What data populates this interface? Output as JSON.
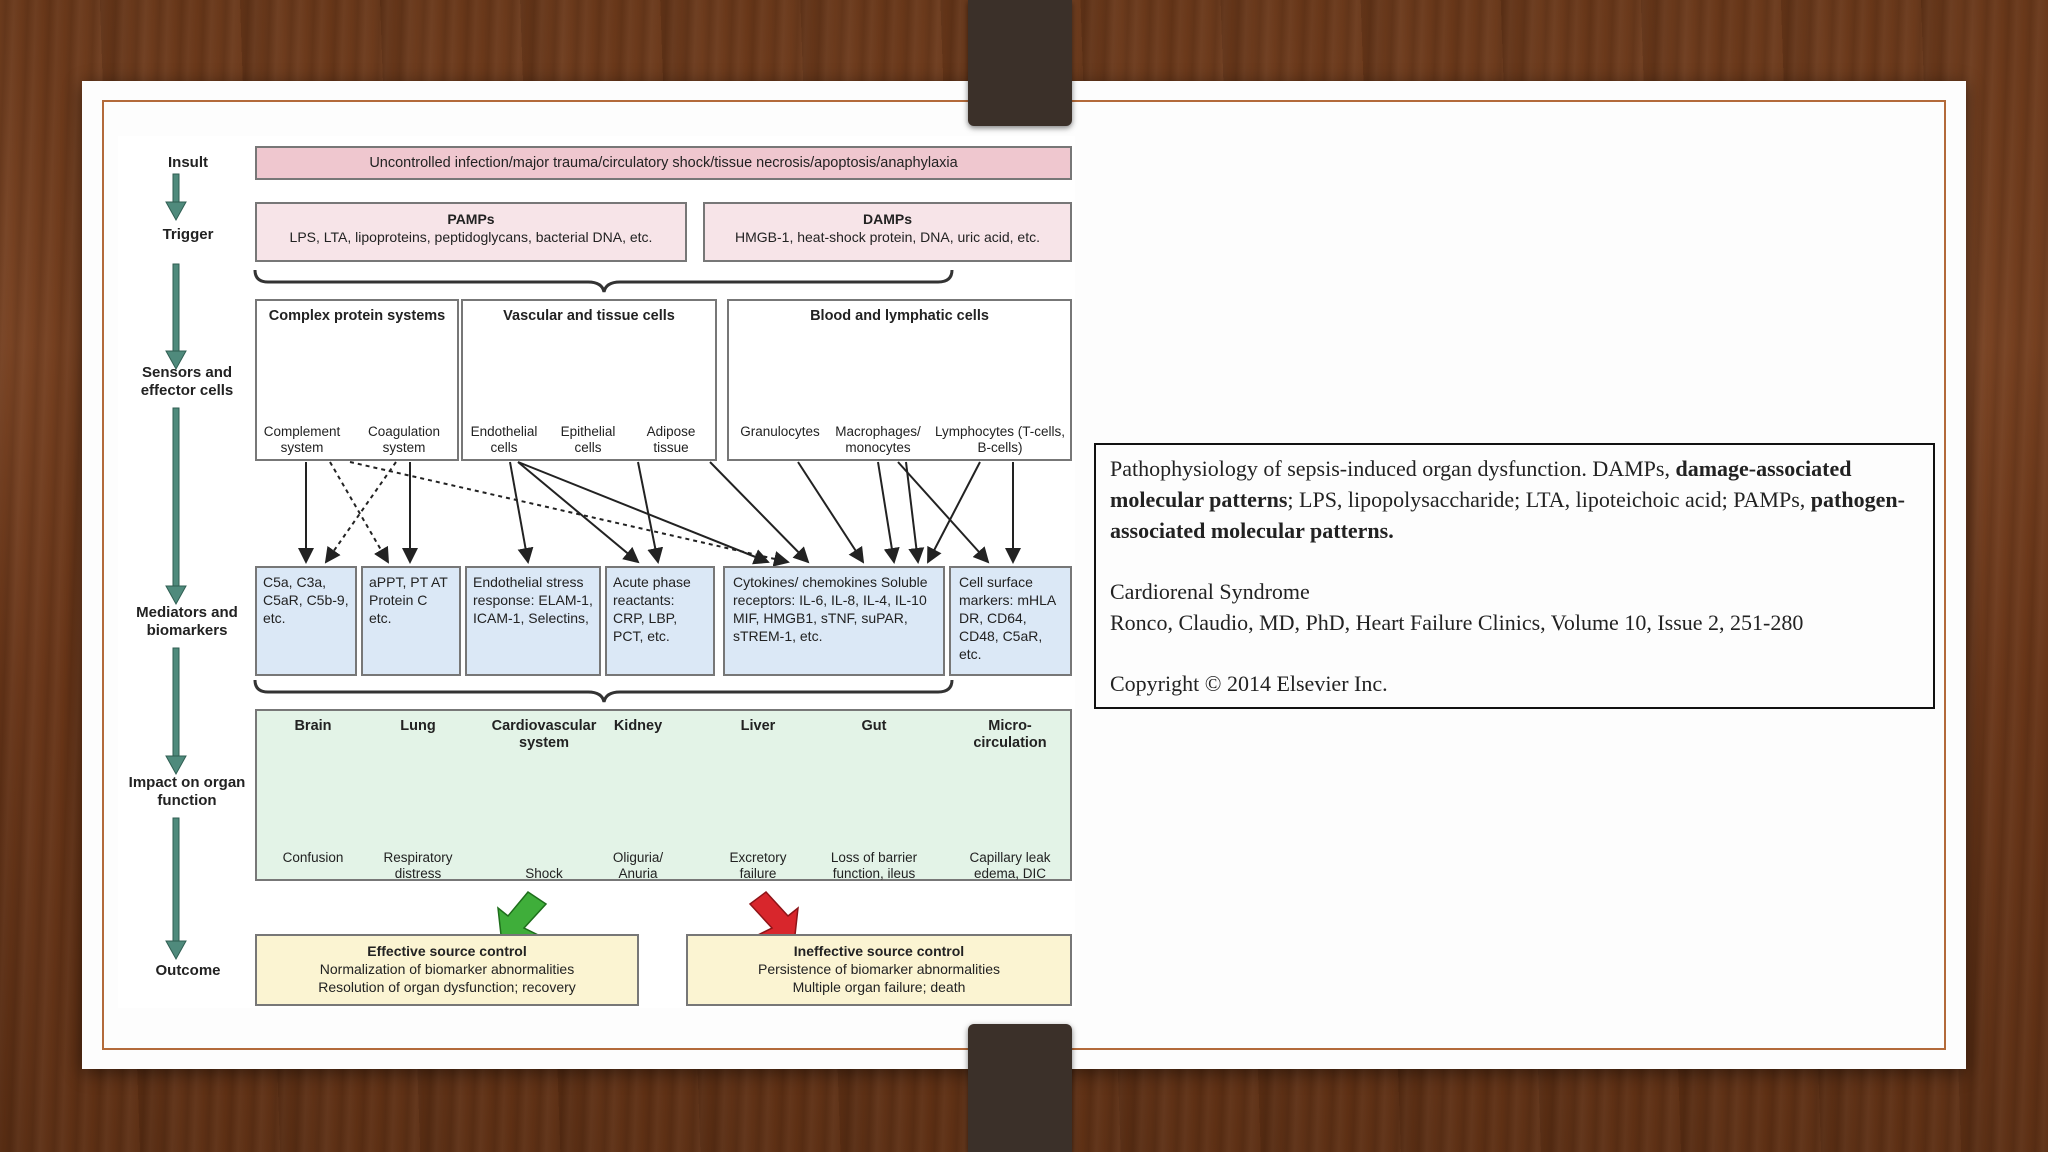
{
  "figure": {
    "stages": [
      "Insult",
      "Trigger",
      "Sensors and effector cells",
      "Mediators and biomarkers",
      "Impact on organ function",
      "Outcome"
    ],
    "insult_text": "Uncontrolled infection/major trauma/circulatory shock/tissue necrosis/apoptosis/anaphylaxia",
    "pamps": {
      "title": "PAMPs",
      "text": "LPS, LTA, lipoproteins, peptidoglycans, bacterial DNA, etc."
    },
    "damps": {
      "title": "DAMPs",
      "text": "HMGB-1, heat-shock protein, DNA, uric acid, etc."
    },
    "sensor_groups": [
      "Complex protein systems",
      "Vascular and tissue cells",
      "Blood and lymphatic cells"
    ],
    "sensor_items": [
      "Complement system",
      "Coagulation system",
      "Endothelial cells",
      "Epithelial cells",
      "Adipose tissue",
      "Granulocytes",
      "Macrophages/ monocytes",
      "Lymphocytes (T-cells, B-cells)"
    ],
    "mediators": [
      "C5a, C3a, C5aR, C5b-9, etc.",
      "aPPT, PT AT Protein C etc.",
      "Endothelial stress response: ELAM-1, ICAM-1, Selectins,",
      "Acute phase reactants: CRP, LBP, PCT, etc.",
      "Cytokines/ chemokines Soluble receptors: IL-6, IL-8, IL-4, IL-10 MIF, HMGB1, sTNF, suPAR, sTREM-1, etc.",
      "Cell surface markers: mHLA DR, CD64, CD48, C5aR, etc."
    ],
    "organs": [
      {
        "name": "Brain",
        "effect": "Confusion"
      },
      {
        "name": "Lung",
        "effect": "Respiratory distress"
      },
      {
        "name": "Cardiovascular system",
        "effect": "Shock"
      },
      {
        "name": "Kidney",
        "effect": "Oliguria/ Anuria"
      },
      {
        "name": "Liver",
        "effect": "Excretory failure"
      },
      {
        "name": "Gut",
        "effect": "Loss of barrier function, ileus"
      },
      {
        "name": "Micro- circulation",
        "effect": "Capillary leak edema, DIC"
      }
    ],
    "outcome_good": {
      "title": "Effective source control",
      "line1": "Normalization of biomarker abnormalities",
      "line2": "Resolution of organ dysfunction; recovery"
    },
    "outcome_bad": {
      "title": "Ineffective source control",
      "line1": "Persistence of biomarker abnormalities",
      "line2": "Multiple organ failure; death"
    }
  },
  "caption": {
    "part1": "Pathophysiology of  sepsis-induced organ dysfunction. DAMPs, ",
    "bold1": "damage-associated molecular patterns",
    "part2": "; LPS, lipopolysaccharide; LTA, lipoteichoic acid; PAMPs, ",
    "bold2": "pathogen-associated molecular patterns.",
    "title": "Cardiorenal Syndrome",
    "citation": "Ronco, Claudio, MD, PhD, Heart Failure Clinics, Volume 10, Issue 2, 251-280",
    "copyright": "Copyright ©  2014   Elsevier Inc."
  },
  "colors": {
    "wood": "#6b3a1c",
    "frame": "#b36a3a",
    "insult": "#efc7cf",
    "mediator": "#dbe8f6",
    "organ": "#e3f3e7",
    "outcome": "#fbf4d2",
    "arrow_green": "#3fae3a",
    "arrow_red": "#d8262c",
    "stage_arrow": "#4f8a7c"
  }
}
